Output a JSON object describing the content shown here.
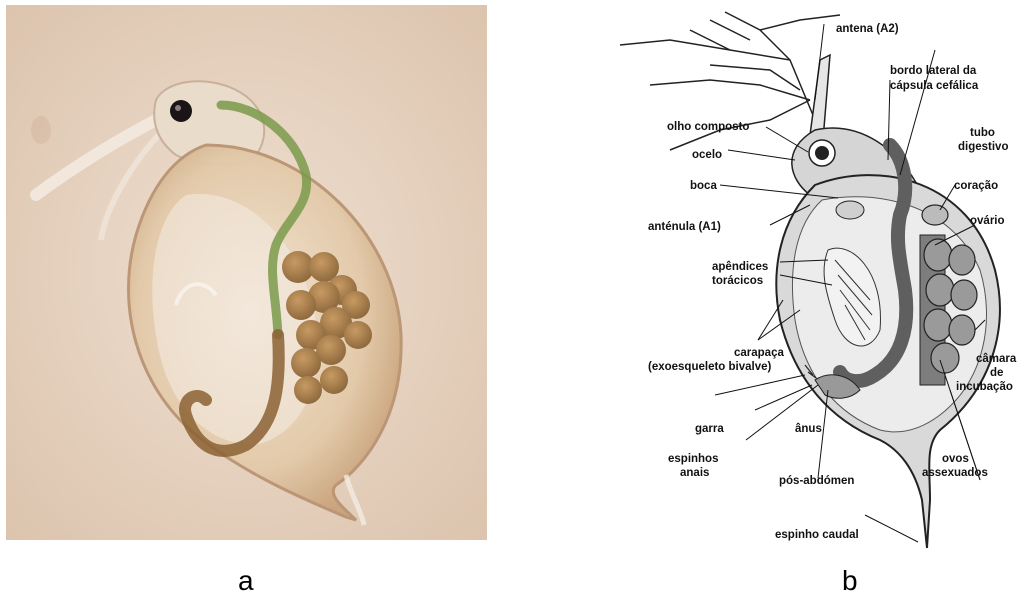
{
  "panels": {
    "photo_letter": "a",
    "diagram_letter": "b"
  },
  "labels": {
    "antena": "antena (A2)",
    "bordo_1": "bordo lateral da",
    "bordo_2": "cápsula cefálica",
    "olho": "olho composto",
    "tubo_1": "tubo",
    "tubo_2": "digestivo",
    "ocelo": "ocelo",
    "coracao": "coração",
    "boca": "boca",
    "antenula": "anténula (A1)",
    "ovario": "ovário",
    "apendices_1": "apêndices",
    "apendices_2": "torácicos",
    "carapaca_1": "carapaça",
    "carapaca_2": "(exoesqueleto bivalve)",
    "camara_1": "câmara",
    "camara_2": "de",
    "camara_3": "incubação",
    "garra": "garra",
    "anus": "ânus",
    "espinhos_1": "espinhos",
    "espinhos_2": "anais",
    "pos_abdomen": "pós-abdómen",
    "ovos_1": "ovos",
    "ovos_2": "assexuados",
    "espinho_caudal": "espinho caudal"
  },
  "colors": {
    "photo_background": "#e7d3c2",
    "body_fill": "#d9d9d9",
    "gut_fill": "#666666",
    "egg_fill": "#8a8a8a"
  }
}
